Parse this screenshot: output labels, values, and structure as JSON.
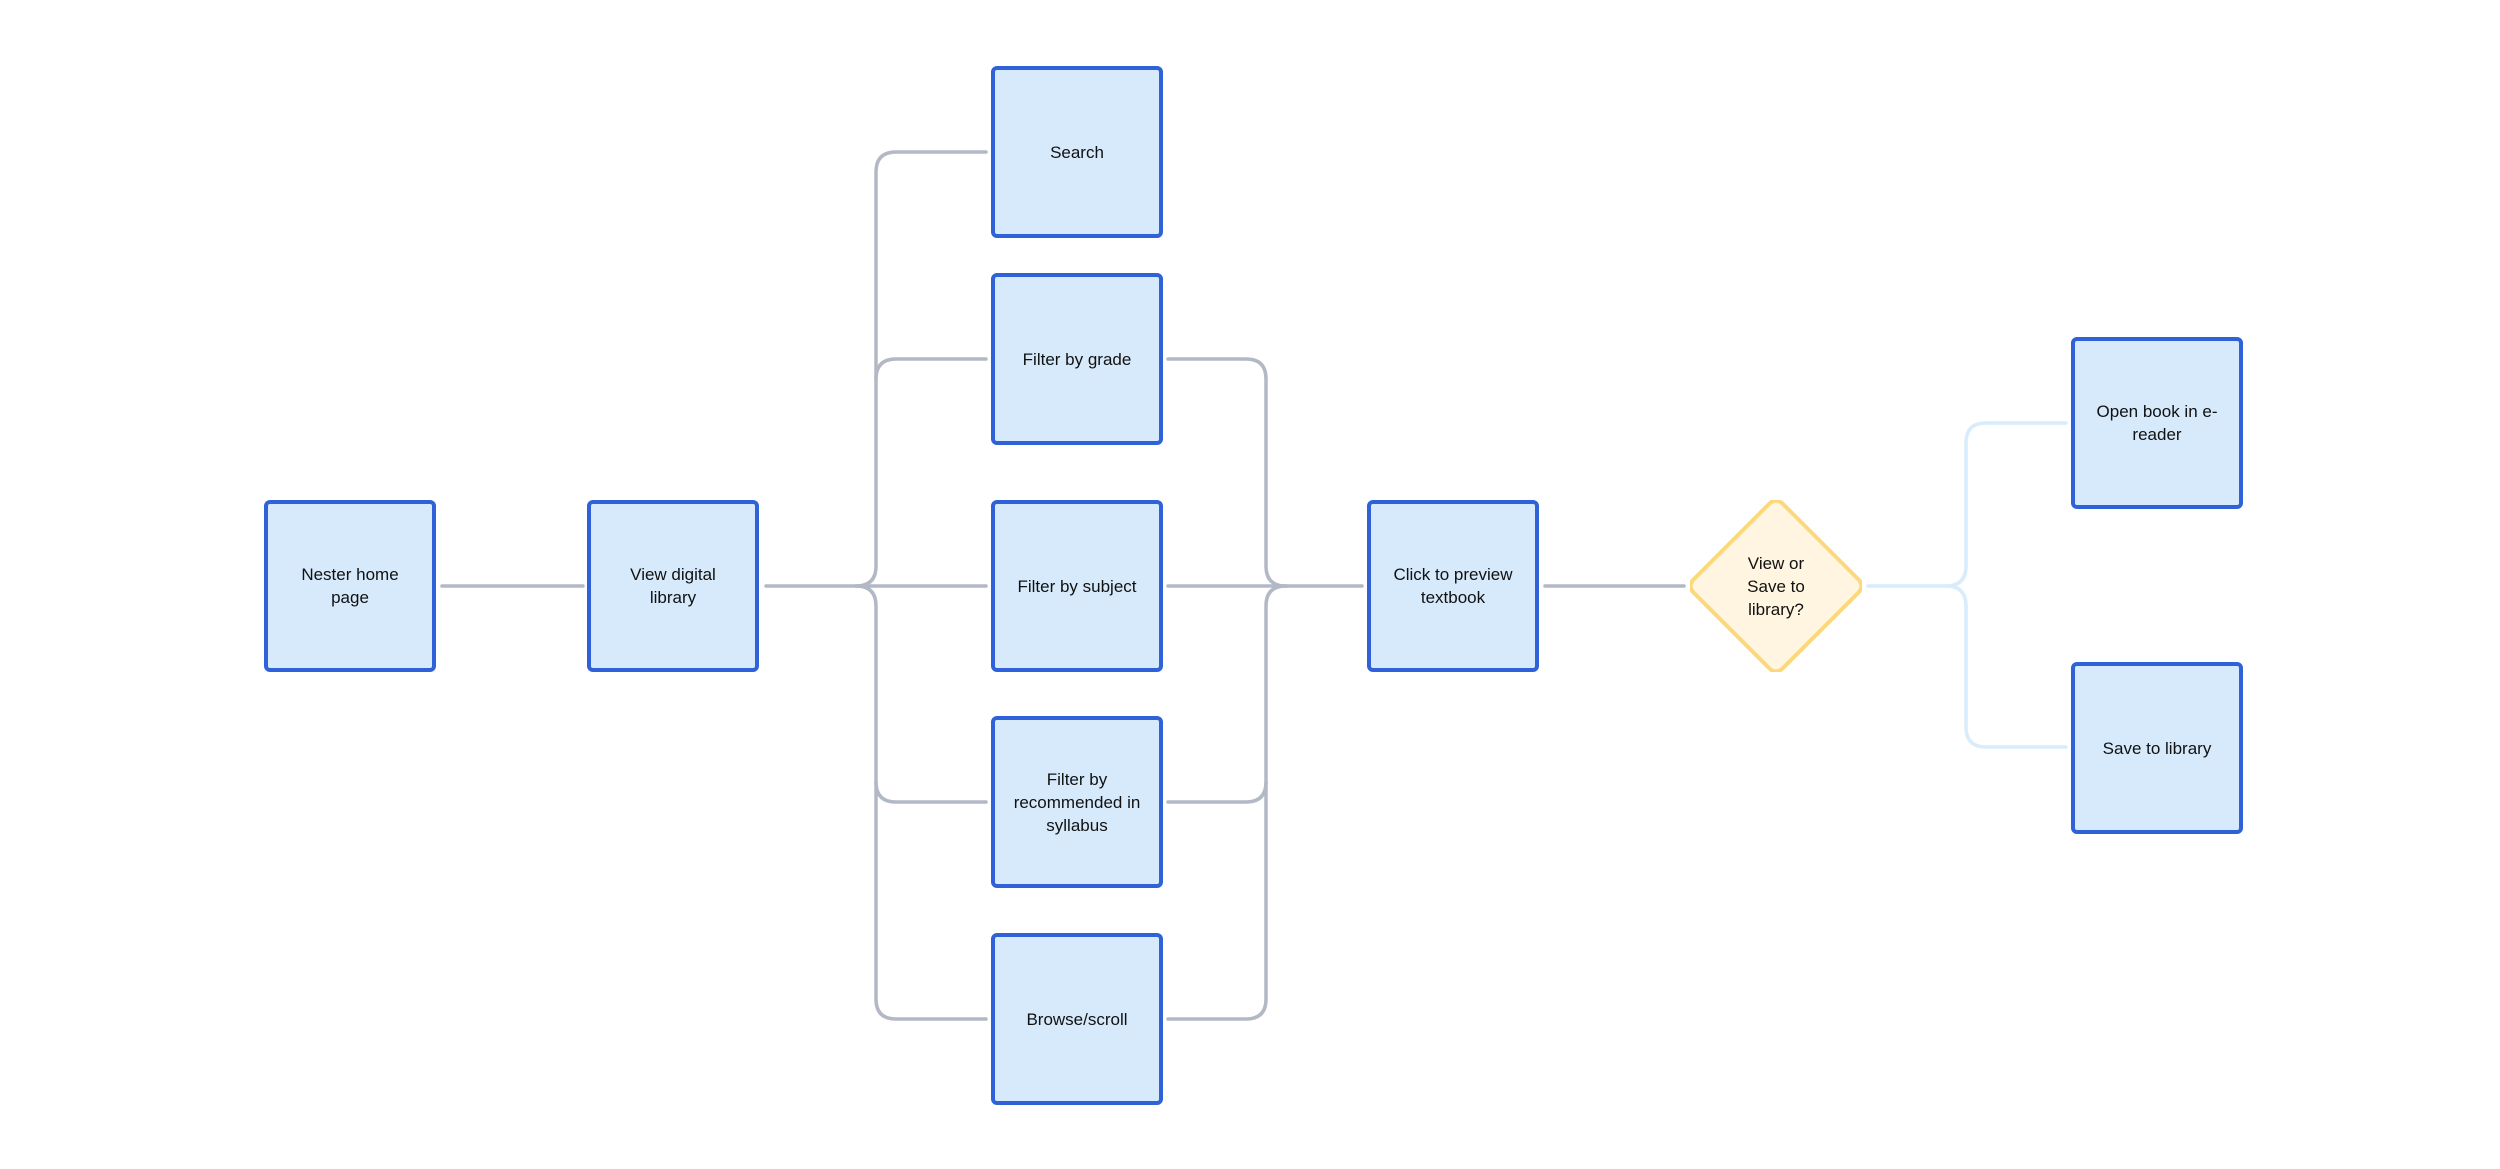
{
  "diagram": {
    "colors": {
      "node_fill": "#d6eafc",
      "node_border": "#2f62d8",
      "decision_fill": "#fff5e0",
      "decision_border": "#fcd77c",
      "connector": "#b3b8c6",
      "connector_faded": "#d9ecfb"
    },
    "nodes": {
      "home": "Nester home page",
      "library": "View digital library",
      "search": "Search",
      "grade": "Filter by grade",
      "subject": "Filter by subject",
      "syllabus": "Filter by recommended in syllabus",
      "browse": "Browse/scroll",
      "preview": "Click to preview textbook",
      "decision": "View or Save to library?",
      "ereader": "Open book in e-reader",
      "save": "Save to library"
    }
  }
}
